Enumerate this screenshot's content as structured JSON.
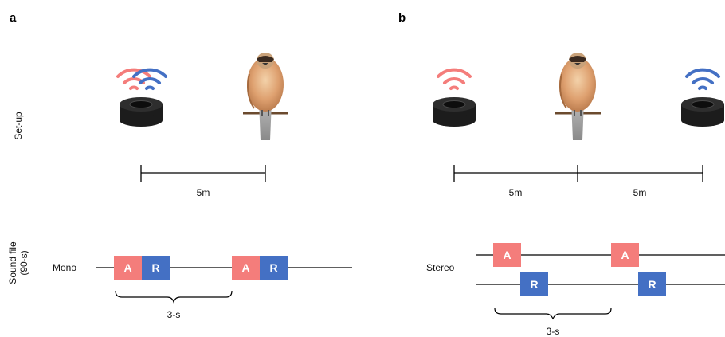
{
  "panels": {
    "a": "a",
    "b": "b"
  },
  "rows": {
    "setup": "Set-up",
    "sound_line1": "Sound file",
    "sound_line2": "(90-s)"
  },
  "distances": {
    "a": "5m",
    "b_left": "5m",
    "b_right": "5m"
  },
  "tracks": {
    "mono": "Mono",
    "stereo": "Stereo"
  },
  "boxes": {
    "a_label": "A",
    "r_label": "R"
  },
  "intervals": {
    "a": "3-s",
    "b": "3-s"
  },
  "colors": {
    "a_box": "#f47d7b",
    "r_box": "#4470c4",
    "line": "#000000"
  },
  "icons": [
    "speaker-icon",
    "sound-wave-icon",
    "bird-icon",
    "perch-icon"
  ]
}
